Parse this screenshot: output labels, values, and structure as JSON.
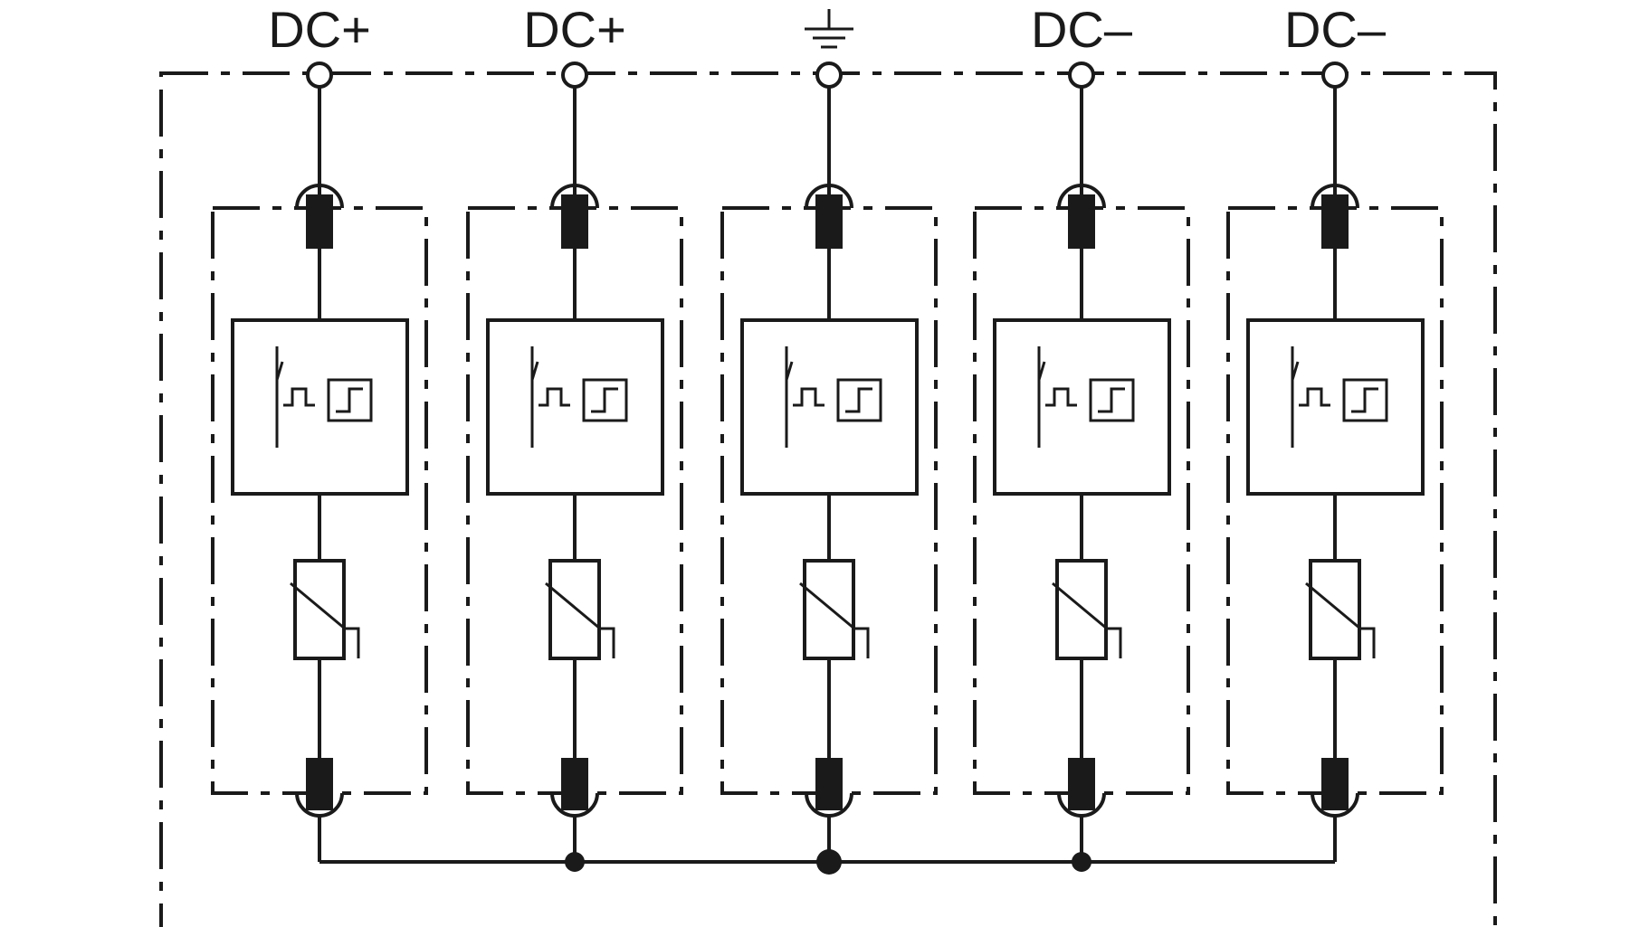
{
  "diagram": {
    "terminals": [
      {
        "label": "DC+",
        "type": "text"
      },
      {
        "label": "DC+",
        "type": "text"
      },
      {
        "label": "",
        "type": "ground"
      },
      {
        "label": "DC–",
        "type": "text"
      },
      {
        "label": "DC–",
        "type": "text"
      }
    ],
    "colors": {
      "line": "#1a1a1a",
      "background": "#ffffff"
    },
    "module_parts": [
      "terminal-contact",
      "thermal-disconnector-with-indicator",
      "varistor",
      "terminal-contact"
    ],
    "junction_dots": [
      1,
      2,
      3
    ]
  }
}
